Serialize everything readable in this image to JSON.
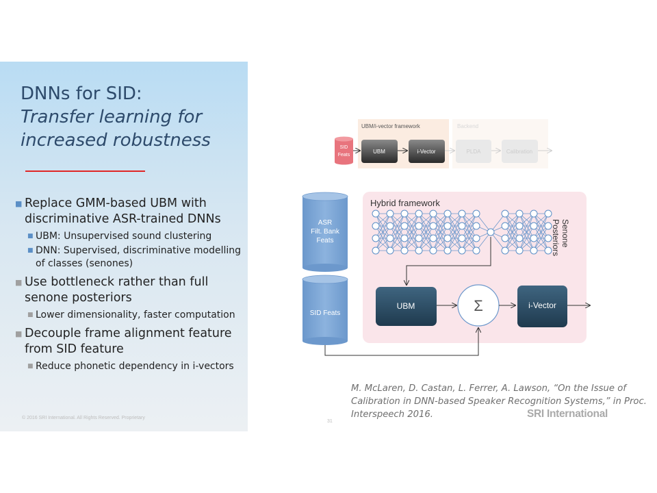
{
  "title": {
    "line1": "DNNs for SID:",
    "line2": "Transfer learning for",
    "line3": "increased robustness"
  },
  "bullets": [
    {
      "text": "Replace GMM-based UBM with discriminative ASR-trained DNNs",
      "sub": [
        "UBM: Unsupervised sound clustering",
        "DNN: Supervised, discriminative modelling of classes (senones)"
      ]
    },
    {
      "text": "Use bottleneck rather than full senone posteriors",
      "sub": [
        "Lower dimensionality, faster computation"
      ]
    },
    {
      "text": "Decouple frame alignment feature from SID feature",
      "sub": [
        "Reduce phonetic dependency in i-vectors"
      ]
    }
  ],
  "footer": {
    "copyright": "© 2016 SRI International. All Rights Reserved. Proprietary",
    "page_number": "31",
    "logo_text": "SRI International"
  },
  "citation": "M. McLaren, D. Castan, L. Ferrer, A. Lawson, “On the Issue of Calibration in DNN-based Speaker Recognition Systems,” in Proc. Interspeech 2016.",
  "diagram": {
    "top": {
      "ubm_framework_label": "UBM/i-vector framework",
      "backend_label": "Backend",
      "sid_feats": "SID\nFeats",
      "ubm": "UBM",
      "ivector": "i-Vector",
      "plda": "PLDA",
      "calibration": "Calibration"
    },
    "hybrid": {
      "label": "Hybrid framework",
      "asr_feats": "ASR\nFilt. Bank\nFeats",
      "sid_feats": "SID Feats",
      "ubm": "UBM",
      "sigma": "Σ",
      "ivector": "i-Vector",
      "senone": "Senone",
      "posteriors": "Posteriors"
    }
  },
  "colors": {
    "title": "#2d4a6b",
    "rule": "#e02626",
    "bullet_blue": "#5b8fc6",
    "hybrid_bg": "#fae5ea",
    "cylinder": "#7da6d6",
    "dark_box": "#2e5068"
  }
}
